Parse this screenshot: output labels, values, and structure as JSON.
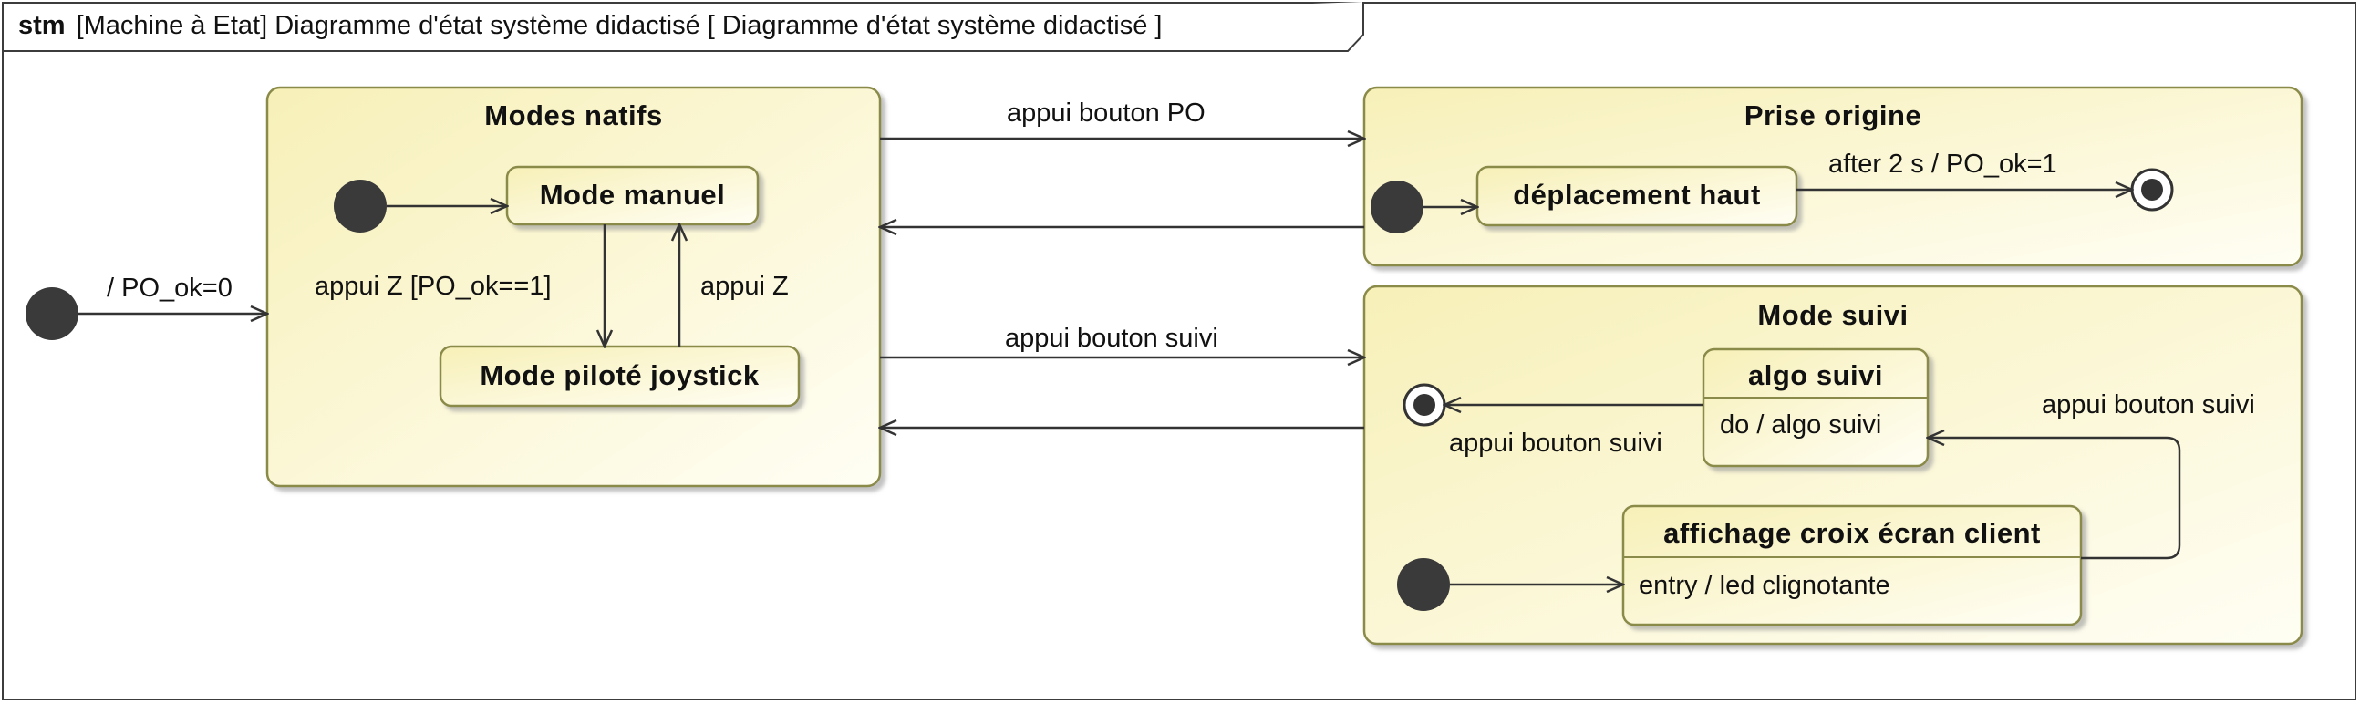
{
  "frame": {
    "kind": "stm",
    "title": "[Machine à Etat] Diagramme d'état système didactisé [ Diagramme d'état système didactisé ]"
  },
  "states": {
    "modes_natifs": {
      "name": "Modes natifs"
    },
    "mode_manuel": {
      "name": "Mode manuel"
    },
    "mode_pilote": {
      "name": "Mode piloté joystick"
    },
    "prise_origine": {
      "name": "Prise origine"
    },
    "deplacement_haut": {
      "name": "déplacement haut"
    },
    "mode_suivi": {
      "name": "Mode suivi"
    },
    "algo_suivi": {
      "name": "algo suivi",
      "activity": "do / algo suivi"
    },
    "affichage": {
      "name": "affichage croix écran client",
      "activity": "entry / led clignotante"
    }
  },
  "transitions": {
    "initial_label": "/ PO_ok=0",
    "manuel_to_pilote": "appui Z [PO_ok==1]",
    "pilote_to_manuel": "appui Z",
    "natifs_to_origine": "appui bouton PO",
    "deplacement_to_final": "after 2 s / PO_ok=1",
    "natifs_to_suivi": "appui bouton suivi",
    "algo_to_final": "appui bouton suivi",
    "affichage_to_algo": "appui bouton suivi"
  },
  "colors": {
    "state_fill": "#fcf8d3",
    "state_border": "#8a8a4a",
    "line": "#333333",
    "node": "#3a3a3a"
  }
}
